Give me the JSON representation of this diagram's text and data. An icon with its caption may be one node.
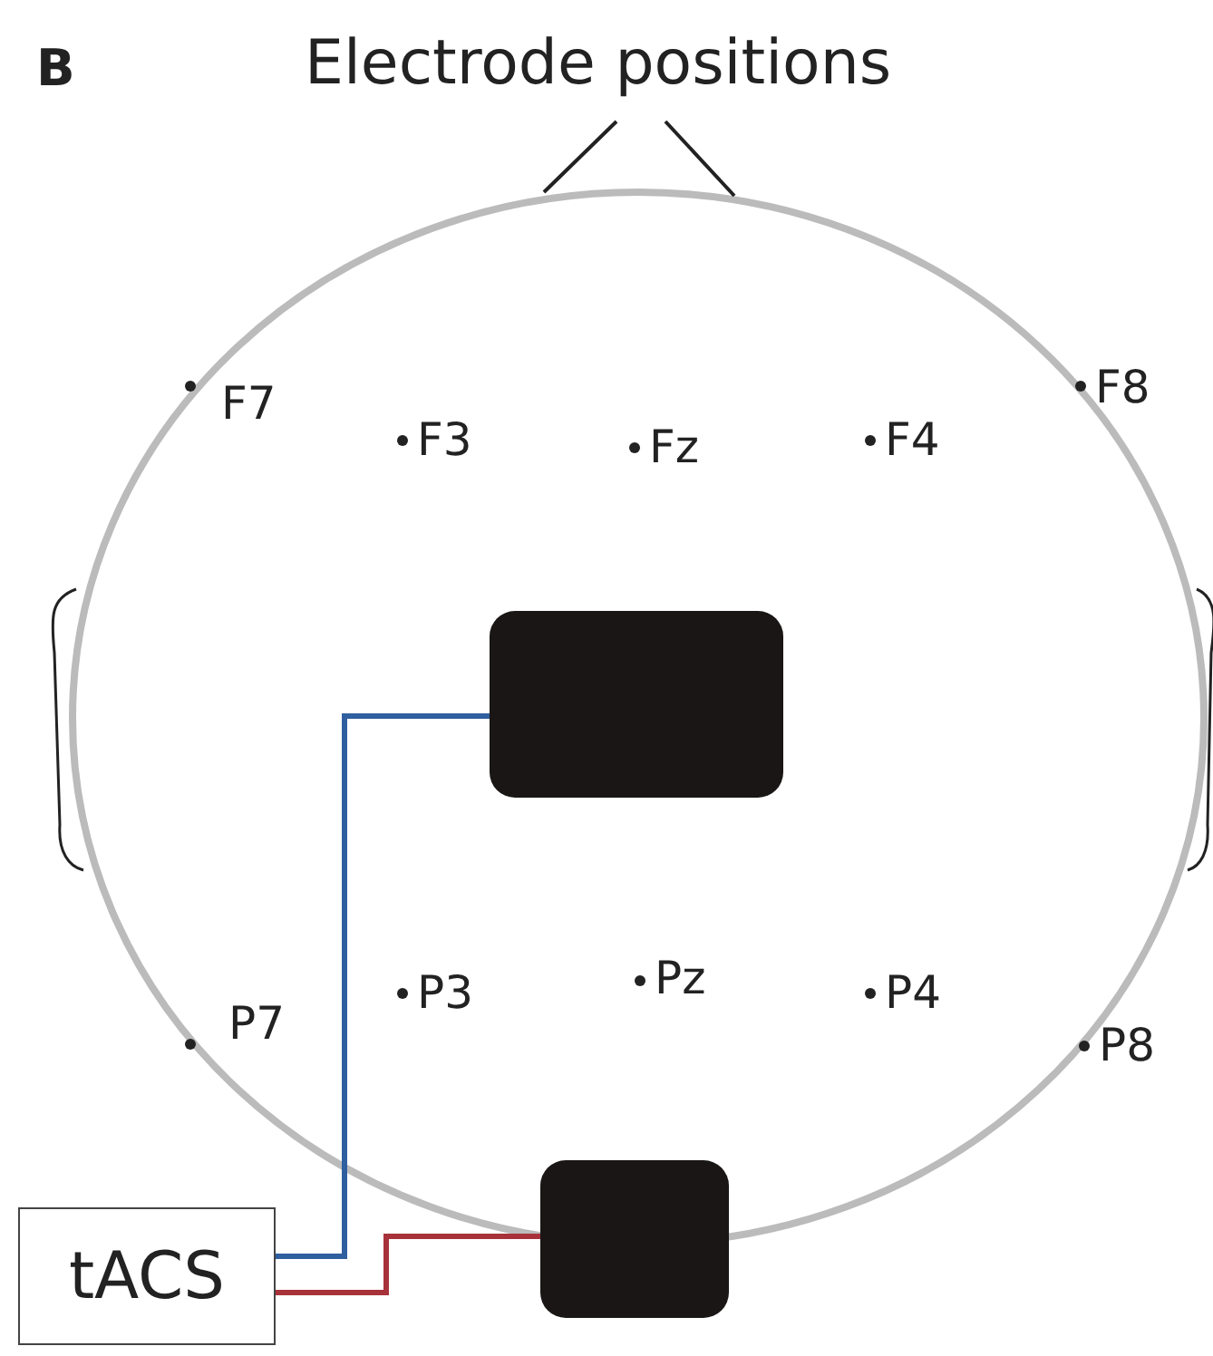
{
  "diagram": {
    "title": "Electrode positions",
    "nodes": [
      {
        "text": [
          "tACS"
        ]
      },
      {
        "text": [],
        "shape": "box"
      },
      {
        "text": [],
        "shape": "box"
      }
    ],
    "edges": [
      {
        "from": 0,
        "to": 1,
        "arrow": "none",
        "color": "#2f5f9e"
      },
      {
        "from": 0,
        "to": 2,
        "arrow": "none",
        "color": "#a8323a"
      }
    ],
    "labels": [
      "B",
      "F7",
      "F3",
      "Fz",
      "F4",
      "F8",
      "P7",
      "P3",
      "Pz",
      "P4",
      "P8"
    ]
  }
}
